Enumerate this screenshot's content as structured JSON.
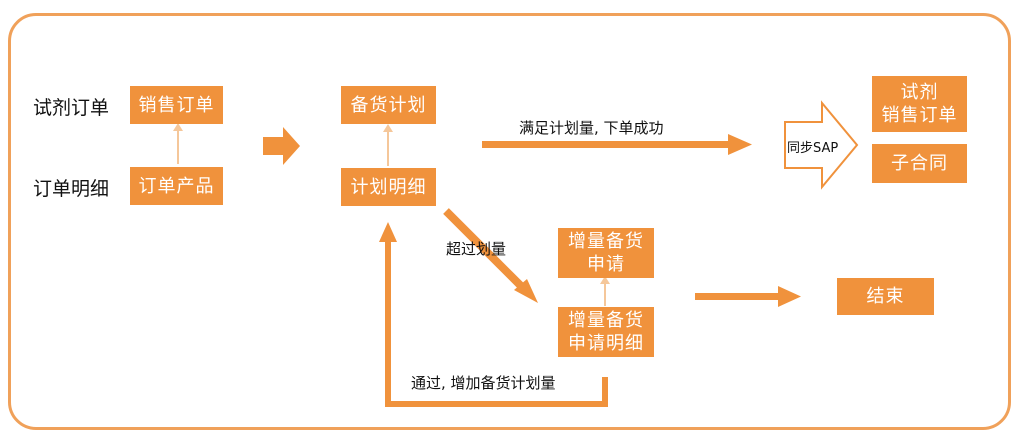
{
  "colors": {
    "accent": "#f0923c",
    "frame": "#f0a15a",
    "thin_line": "#f5c79a",
    "text": "#111111"
  },
  "rows": {
    "trial_order": "试剂订单",
    "order_detail": "订单明细"
  },
  "boxes": {
    "sales_order": "销售订单",
    "order_product": "订单产品",
    "stock_plan": "备货计划",
    "plan_detail": "计划明细",
    "trial_sales_order_line1": "试剂",
    "trial_sales_order_line2": "销售订单",
    "sub_contract": "子合同",
    "incr_request_line1": "增量备货",
    "incr_request_line2": "申请",
    "incr_detail_line1": "增量备货",
    "incr_detail_line2": "申请明细",
    "end": "结束"
  },
  "labels": {
    "meet_plan": "满足计划量, 下单成功",
    "exceed_plan": "超过划量",
    "approved": "通过, 增加备货计划量",
    "sync_sap": "同步SAP"
  }
}
